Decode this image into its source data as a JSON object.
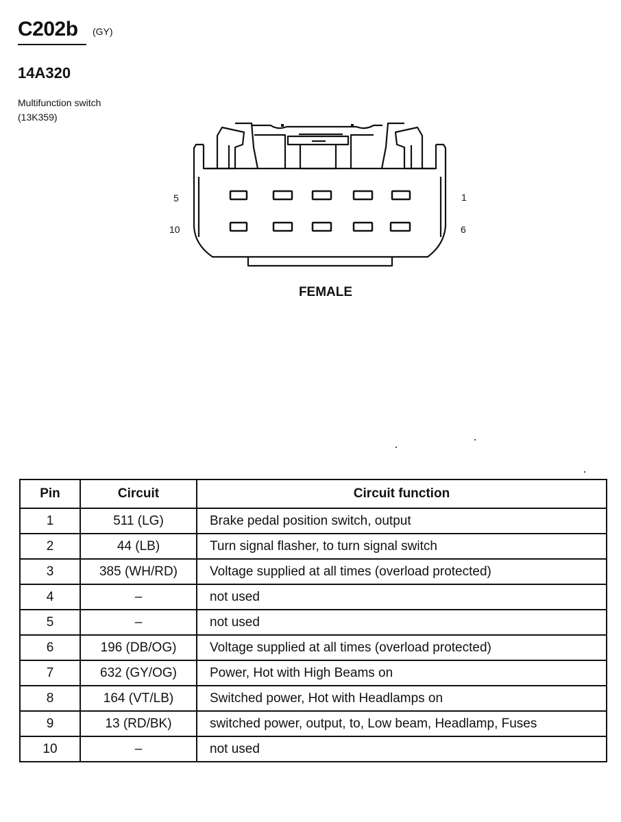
{
  "header": {
    "connector_id": "C202b",
    "connector_color": "(GY)",
    "part_number": "14A320",
    "component_name": "Multifunction switch",
    "component_code": "(13K359)"
  },
  "connector": {
    "pin_labels": {
      "top_left": "5",
      "top_right": "1",
      "bottom_left": "10",
      "bottom_right": "6"
    },
    "gender": "FEMALE"
  },
  "table": {
    "headers": {
      "pin": "Pin",
      "circuit": "Circuit",
      "function": "Circuit function"
    },
    "rows": [
      {
        "pin": "1",
        "circuit": "511 (LG)",
        "function": "Brake pedal position switch, output"
      },
      {
        "pin": "2",
        "circuit": "44 (LB)",
        "function": "Turn signal flasher, to turn signal switch"
      },
      {
        "pin": "3",
        "circuit": "385 (WH/RD)",
        "function": "Voltage supplied at all times (overload protected)"
      },
      {
        "pin": "4",
        "circuit": "–",
        "function": "not used"
      },
      {
        "pin": "5",
        "circuit": "–",
        "function": "not used"
      },
      {
        "pin": "6",
        "circuit": "196 (DB/OG)",
        "function": "Voltage supplied at all times (overload protected)"
      },
      {
        "pin": "7",
        "circuit": "632 (GY/OG)",
        "function": "Power, Hot with High Beams on"
      },
      {
        "pin": "8",
        "circuit": "164 (VT/LB)",
        "function": "Switched power, Hot with Headlamps on"
      },
      {
        "pin": "9",
        "circuit": "13 (RD/BK)",
        "function": "switched power, output, to, Low beam, Headlamp, Fuses"
      },
      {
        "pin": "10",
        "circuit": "–",
        "function": "not used"
      }
    ]
  }
}
